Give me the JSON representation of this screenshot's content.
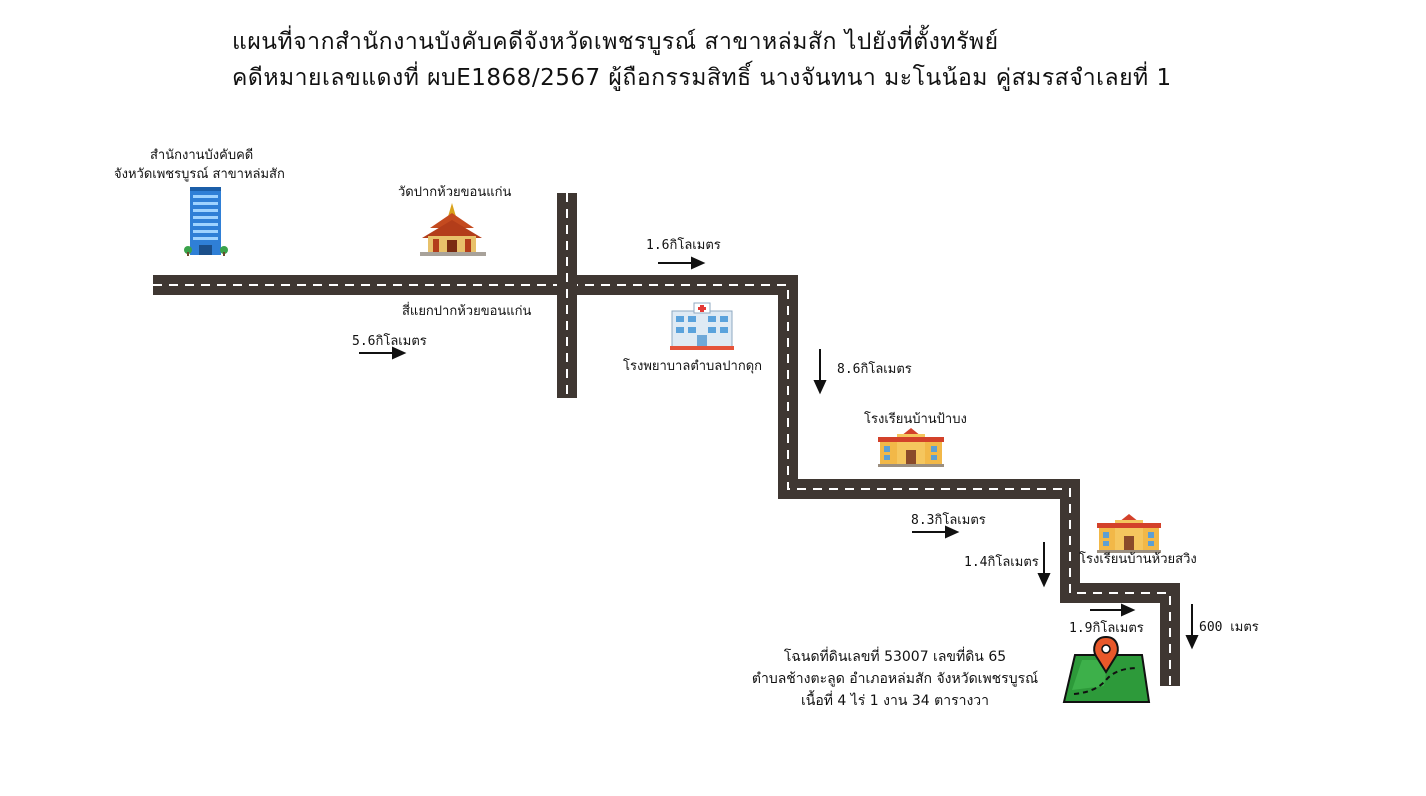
{
  "title": {
    "line1": "แผนที่จากสำนักงานบังคับคดีจังหวัดเพชรบูรณ์ สาขาหล่มสัก ไปยังที่ตั้งทรัพย์",
    "line2": "คดีหมายเลขแดงที่ ผบE1868/2567 ผู้ถือกรรมสิทธิ์ นางจันทนา มะโนน้อม คู่สมรสจำเลยที่ 1"
  },
  "landmarks": {
    "office_line1": "สำนักงานบังคับคดี",
    "office_line2": "จังหวัดเพชรบูรณ์ สาขาหล่มสัก",
    "temple": "วัดปากห้วยขอนแก่น",
    "intersection": "สี่แยกปากห้วยขอนแก่น",
    "hospital": "โรงพยาบาลตำบลปากดุก",
    "school1": "โรงเรียนบ้านป้าบง",
    "school2": "โรงเรียนบ้านห้วยสวิง"
  },
  "distances": {
    "d1": "5.6กิโลเมตร",
    "d2": "1.6กิโลเมตร",
    "d3": "8.6กิโลเมตร",
    "d4": "8.3กิโลเมตร",
    "d5": "1.4กิโลเมตร",
    "d6": "1.9กิโลเมตร",
    "d7": "600 เมตร"
  },
  "property": {
    "line1": "โฉนดที่ดินเลขที่ 53007 เลขที่ดิน 65",
    "line2": "ตำบลช้างตะลูด อำเภอหล่มสัก จังหวัดเพชรบูรณ์",
    "line3": "เนื้อที่ 4 ไร่ 1 งาน 34 ตารางวา"
  },
  "icons": {
    "office": "office-building-icon",
    "temple": "temple-icon",
    "hospital": "hospital-icon",
    "school": "school-icon",
    "destination": "map-pin-icon"
  },
  "colors": {
    "road": "#3f3732",
    "road_dash": "#ffffff",
    "land": "#2d9a3a",
    "pin": "#e8582a"
  }
}
